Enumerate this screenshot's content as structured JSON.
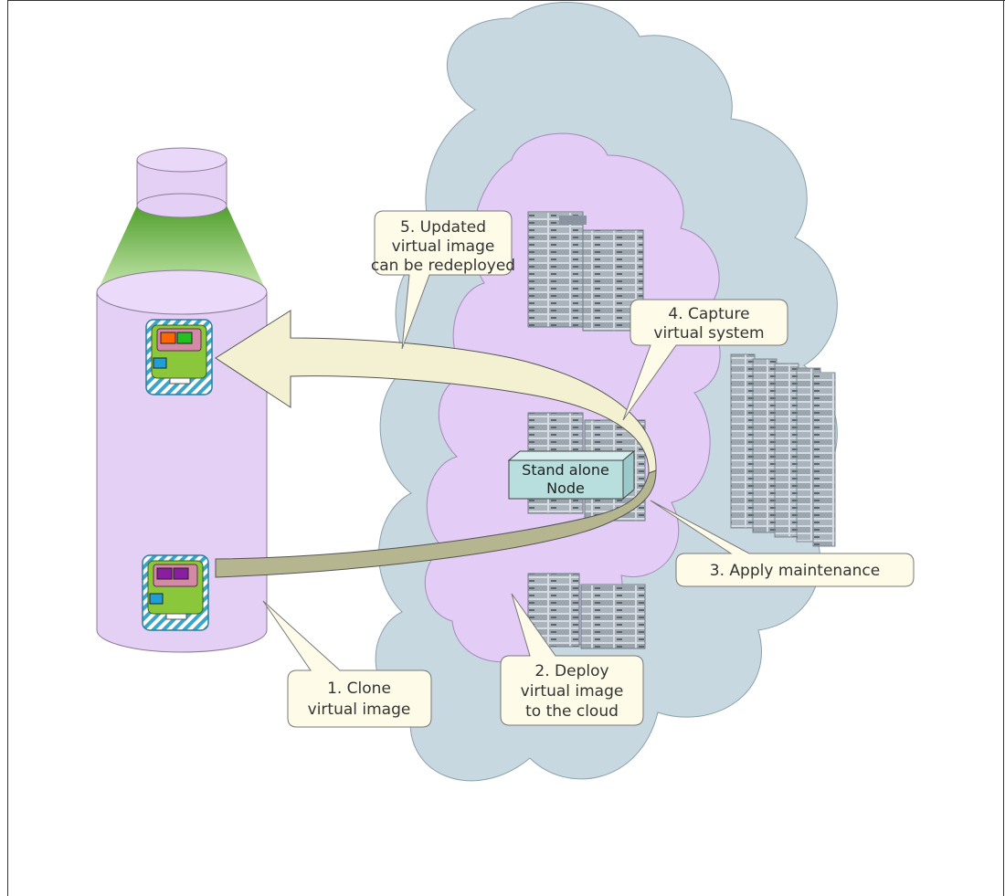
{
  "diagram": {
    "steps": [
      {
        "number": "1.",
        "lines": [
          "1. Clone",
          "virtual image"
        ]
      },
      {
        "number": "2.",
        "lines": [
          "2. Deploy",
          "virtual image",
          "to the cloud"
        ]
      },
      {
        "number": "3.",
        "lines": [
          "3. Apply maintenance"
        ]
      },
      {
        "number": "4.",
        "lines": [
          "4. Capture",
          "virtual system"
        ]
      },
      {
        "number": "5.",
        "lines": [
          "5. Updated",
          "virtual image",
          "can be redeployed"
        ]
      }
    ],
    "node": {
      "lines": [
        "Stand alone",
        "Node"
      ]
    },
    "colors": {
      "cloud_outer": "#c8d8e0",
      "cloud_inner": "#e3ccf5",
      "cylinder": "#e4cff5",
      "cone": "#8fcc66",
      "callout_fill": "#fefce8",
      "arrow_fill": "#f4f1d2",
      "arrow_dark": "#b5b58f",
      "node_fill": "#b9dede",
      "image_border": "#3aa5c9",
      "image_bg": "#8bc73b"
    },
    "icons": [
      "virtual-image-icon",
      "server-rack-icon",
      "storage-cylinder-icon",
      "cloud-icon"
    ]
  }
}
